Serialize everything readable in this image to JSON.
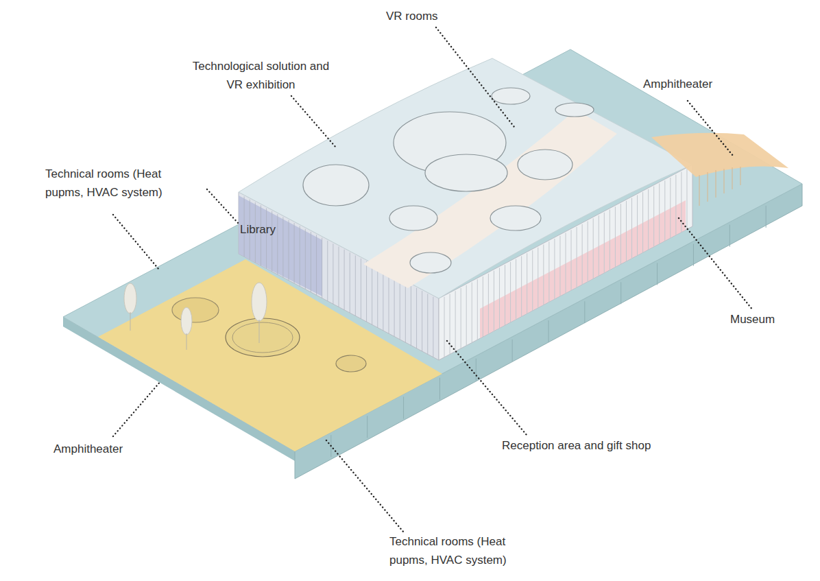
{
  "diagram": {
    "labels": [
      "VR rooms",
      "Technological solution and VR exhibition",
      "Amphitheater",
      "Technical rooms (Heat pupms, HVAC system)",
      "Library",
      "Museum",
      "Amphitheater",
      "Reception area and gift shop",
      "Technical rooms (Heat pupms, HVAC system)"
    ]
  }
}
